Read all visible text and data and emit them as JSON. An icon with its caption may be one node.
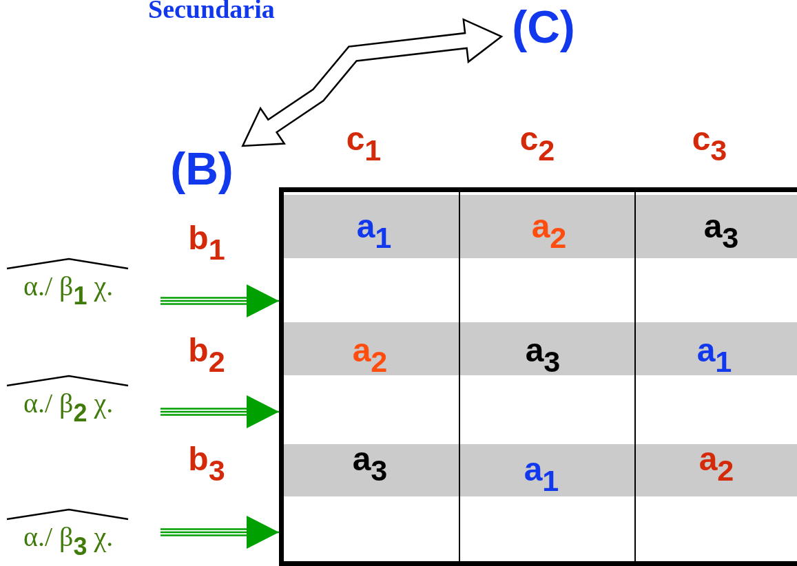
{
  "diagram": {
    "nodes": [
      {
        "text": [
          "(B)"
        ]
      },
      {
        "text": [
          "(C)"
        ]
      },
      {
        "text": [
          "α./ β$_{1}$ χ."
        ]
      },
      {
        "text": [
          "α./ β$_{2}$ χ."
        ]
      },
      {
        "text": [
          "α./ β$_{3}$ χ."
        ]
      },
      {
        "text": [],
        "shape": "box"
      }
    ],
    "edges": [
      {
        "from": 0,
        "to": 1,
        "arrow": "both",
        "color": "#000000"
      },
      {
        "from": 2,
        "to": 5,
        "arrow": "to"
      },
      {
        "from": 3,
        "to": 5,
        "arrow": "to"
      },
      {
        "from": 4,
        "to": 5,
        "arrow": "to"
      }
    ],
    "labels": [
      "Secundaria",
      "c$_{1}$",
      "c$_{2}$",
      "c$_{3}$",
      "b$_{1}$",
      "a$_{1}$",
      "a$_{2}$",
      "a$_{3}$",
      "b$_{2}$",
      "a$_{2}$",
      "a$_{3}$",
      "a$_{1}$",
      "b$_{3}$",
      "a$_{3}$",
      "a$_{1}$",
      "a$_{2}$"
    ]
  }
}
